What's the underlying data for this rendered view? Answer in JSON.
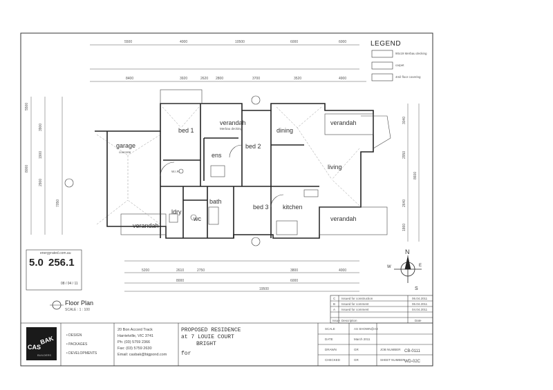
{
  "legend": {
    "title": "LEGEND",
    "items": [
      {
        "label": "90x19 Merbau decking"
      },
      {
        "label": "carpet"
      },
      {
        "label": "4mil floor covering"
      }
    ]
  },
  "rooms": {
    "garage": "garage",
    "garage_note": "concrete",
    "bed1": "bed 1",
    "bed2": "bed 2",
    "bed3": "bed 3",
    "ens": "ens",
    "wir": "W.I.R",
    "bath": "bath",
    "wc": "wc",
    "ldry": "ldry",
    "dining": "dining",
    "living": "living",
    "kitchen": "kitchen",
    "verandah_top1": "verandah",
    "verandah_top2": "verandah",
    "verandah_right": "verandah",
    "verandah_left": "verandah",
    "decking": "Merbau decking"
  },
  "dims": {
    "top_row1": [
      "5500",
      "4000",
      "10500",
      "6000",
      "6000"
    ],
    "top_row2": [
      "8400",
      "3920",
      "2620",
      "2800",
      "3700",
      "3520",
      "4900"
    ],
    "bottom_row1": [
      "5200",
      "2610",
      "2750",
      "3800",
      "4000"
    ],
    "bottom_row2": [
      "8000",
      "6000"
    ],
    "overall": "19500",
    "left_col": [
      "5500",
      "3900",
      "1900",
      "2900",
      "8000",
      "7050"
    ],
    "right_col": [
      "3040",
      "2950",
      "8600",
      "2640",
      "1860"
    ]
  },
  "energy": {
    "site": "energyrated.com.au",
    "stars": "5.0",
    "value": "256.1",
    "date": "08 / 04 / 11"
  },
  "compass": {
    "n": "N",
    "w": "W",
    "e": "E",
    "s": "S"
  },
  "floorplan": {
    "title": "Floor Plan",
    "scale": "SCALE : 1 : 100"
  },
  "revisions": [
    {
      "rev": "C",
      "desc": "Issued for construction",
      "date": "06.04.2011"
    },
    {
      "rev": "B",
      "desc": "Issued for comment",
      "date": "06.04.2011"
    },
    {
      "rev": "A",
      "desc": "Issued for comment",
      "date": "04.04.2011"
    }
  ],
  "revisions_header": {
    "rev": "Issue",
    "desc": "Description",
    "date": "Date"
  },
  "company": {
    "logo1": "CAS",
    "logo2": "BAK",
    "logo_sub": "BUILDERS",
    "services": [
      "DESIGN",
      "PACKAGES",
      "DEVELOPMENTS"
    ],
    "address": [
      "20 Bon Accord Track",
      "Harrietville, VIC 3741",
      "Ph: (03) 5759 2366",
      "Fax: (03) 5759 2630",
      "Email: casbak@bigpond.com"
    ]
  },
  "project": {
    "line1": "PROPOSED RESIDENCE",
    "line2": "at    7 LOUIE COURT",
    "line3": "BRIGHT",
    "line4": "for"
  },
  "meta": [
    {
      "key": "SCALE",
      "value": "AS SHOWN@A3"
    },
    {
      "key": "DATE",
      "value": "March 2011"
    },
    {
      "key": "DRAWN",
      "value": "GR"
    },
    {
      "key": "CHECKED",
      "value": "GR"
    }
  ],
  "job": {
    "label": "JOB NUMBER",
    "value": "CB-0111"
  },
  "sheet": {
    "label": "SHEET NUMBER",
    "value": "WD-02C"
  }
}
